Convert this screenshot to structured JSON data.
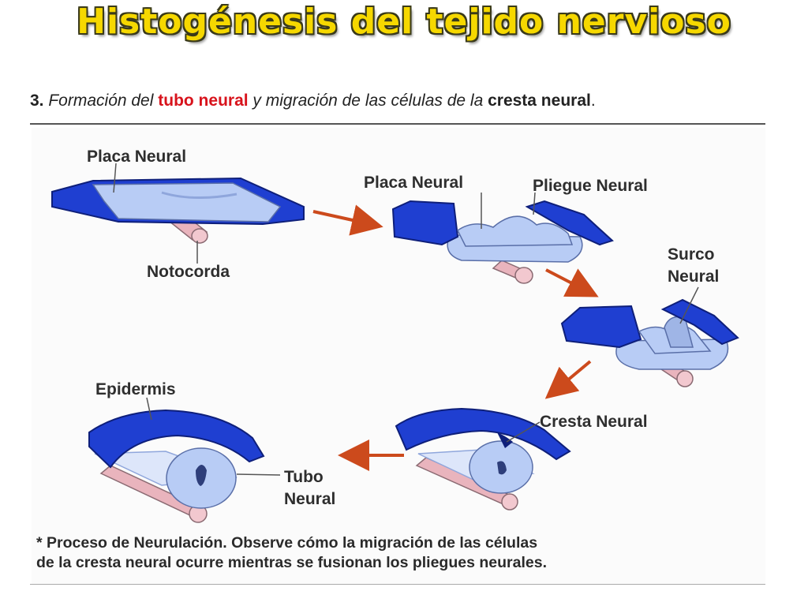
{
  "title": "Histogénesis del tejido nervioso",
  "subtitle": {
    "number": "3.",
    "part1": " Formación del ",
    "highlight": "tubo neural",
    "part2": " y migración de las células de la ",
    "bold": "cresta neural",
    "end": "."
  },
  "labels": {
    "placa_neural_1": "Placa Neural",
    "notocorda": "Notocorda",
    "placa_neural_2": "Placa Neural",
    "pliegue_neural": "Pliegue Neural",
    "surco_line1": "Surco",
    "surco_line2": "Neural",
    "cresta_neural": "Cresta Neural",
    "epidermis": "Epidermis",
    "tubo_line1": "Tubo",
    "tubo_line2": "Neural"
  },
  "footnote": {
    "line1": "* Proceso de Neurulación. Observe cómo la migración de las células",
    "line2": "de la cresta neural ocurre mientras se fusionan los pliegues neurales."
  },
  "colors": {
    "title": "#f6d800",
    "highlight": "#d8131c",
    "dark_blue": "#1f3fd1",
    "light_blue": "#b8ccf5",
    "notochord": "#e9b4bd",
    "arrow": "#cc4a1c"
  }
}
